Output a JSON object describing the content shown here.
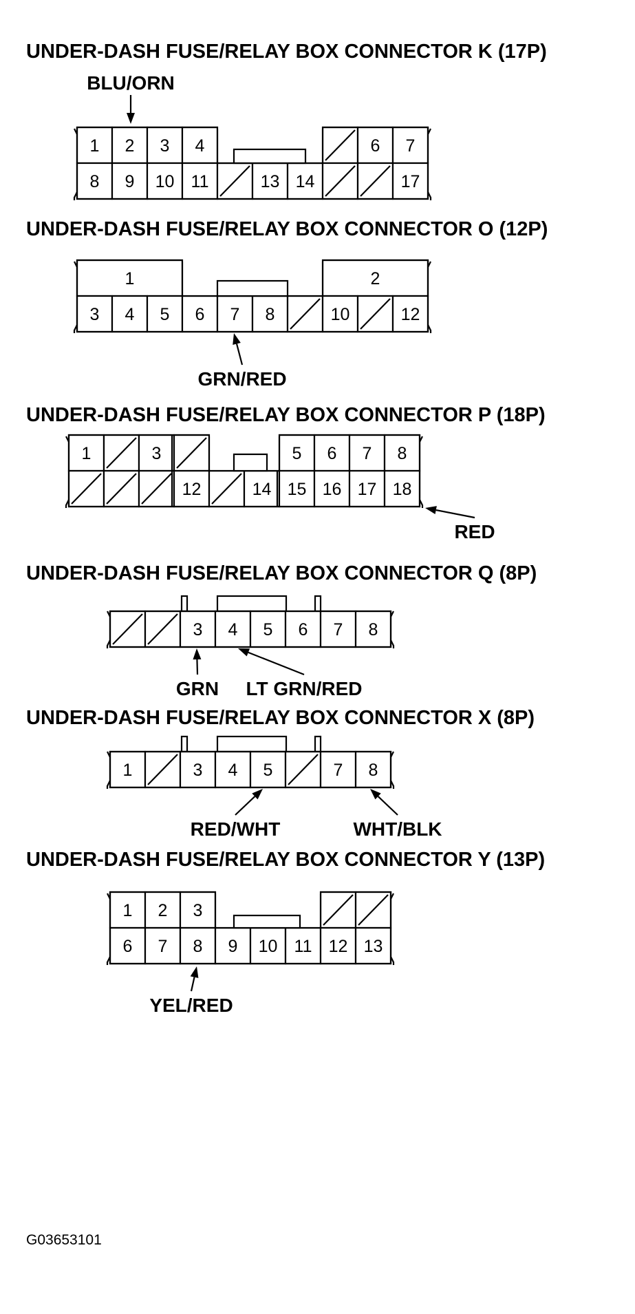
{
  "connectors": [
    {
      "id": "K",
      "title": "UNDER-DASH FUSE/RELAY BOX CONNECTOR K (17P)",
      "pins": [
        {
          "r": 0,
          "c": 0,
          "label": "1"
        },
        {
          "r": 0,
          "c": 1,
          "label": "2"
        },
        {
          "r": 0,
          "c": 2,
          "label": "3"
        },
        {
          "r": 0,
          "c": 3,
          "label": "4"
        },
        {
          "r": 0,
          "c": 7,
          "slash": true
        },
        {
          "r": 0,
          "c": 8,
          "label": "6"
        },
        {
          "r": 0,
          "c": 9,
          "label": "7"
        },
        {
          "r": 1,
          "c": 0,
          "label": "8"
        },
        {
          "r": 1,
          "c": 1,
          "label": "9"
        },
        {
          "r": 1,
          "c": 2,
          "label": "10"
        },
        {
          "r": 1,
          "c": 3,
          "label": "11"
        },
        {
          "r": 1,
          "c": 4,
          "slash": true
        },
        {
          "r": 1,
          "c": 5,
          "label": "13"
        },
        {
          "r": 1,
          "c": 6,
          "label": "14"
        },
        {
          "r": 1,
          "c": 7,
          "slash": true
        },
        {
          "r": 1,
          "c": 8,
          "slash": true
        },
        {
          "r": 1,
          "c": 9,
          "label": "17"
        }
      ],
      "wires": [
        {
          "label": "BLU/ORN",
          "pin": "2"
        }
      ]
    },
    {
      "id": "O",
      "title": "UNDER-DASH FUSE/RELAY BOX CONNECTOR O (12P)",
      "pins": [
        {
          "r": 0,
          "c": 0,
          "w": 3,
          "label": "1"
        },
        {
          "r": 0,
          "c": 7,
          "w": 3,
          "label": "2"
        },
        {
          "r": 1,
          "c": 0,
          "label": "3"
        },
        {
          "r": 1,
          "c": 1,
          "label": "4"
        },
        {
          "r": 1,
          "c": 2,
          "label": "5"
        },
        {
          "r": 1,
          "c": 3,
          "label": "6"
        },
        {
          "r": 1,
          "c": 4,
          "label": "7"
        },
        {
          "r": 1,
          "c": 5,
          "label": "8"
        },
        {
          "r": 1,
          "c": 6,
          "slash": true
        },
        {
          "r": 1,
          "c": 7,
          "label": "10"
        },
        {
          "r": 1,
          "c": 8,
          "slash": true
        },
        {
          "r": 1,
          "c": 9,
          "label": "12"
        }
      ],
      "wires": [
        {
          "label": "GRN/RED",
          "pin": "7"
        }
      ]
    },
    {
      "id": "P",
      "title": "UNDER-DASH FUSE/RELAY BOX CONNECTOR P (18P)",
      "pins": [
        {
          "r": 0,
          "c": 0,
          "label": "1"
        },
        {
          "r": 0,
          "c": 1,
          "slash": true
        },
        {
          "r": 0,
          "c": 2,
          "label": "3"
        },
        {
          "r": 0,
          "c": 3,
          "slash": true
        },
        {
          "r": 0,
          "c": 6,
          "label": "5"
        },
        {
          "r": 0,
          "c": 7,
          "label": "6"
        },
        {
          "r": 0,
          "c": 8,
          "label": "7"
        },
        {
          "r": 0,
          "c": 9,
          "label": "8"
        },
        {
          "r": 1,
          "c": 0,
          "slash": true
        },
        {
          "r": 1,
          "c": 1,
          "slash": true
        },
        {
          "r": 1,
          "c": 2,
          "slash": true
        },
        {
          "r": 1,
          "c": 3,
          "label": "12"
        },
        {
          "r": 1,
          "c": 4,
          "slash": true
        },
        {
          "r": 1,
          "c": 5,
          "label": "14"
        },
        {
          "r": 1,
          "c": 6,
          "label": "15"
        },
        {
          "r": 1,
          "c": 7,
          "label": "16"
        },
        {
          "r": 1,
          "c": 8,
          "label": "17"
        },
        {
          "r": 1,
          "c": 9,
          "label": "18"
        }
      ],
      "wires": [
        {
          "label": "RED",
          "pin": "18"
        }
      ]
    },
    {
      "id": "Q",
      "title": "UNDER-DASH FUSE/RELAY BOX CONNECTOR Q (8P)",
      "pins": [
        {
          "r": 0,
          "c": 0,
          "slash": true
        },
        {
          "r": 0,
          "c": 1,
          "slash": true
        },
        {
          "r": 0,
          "c": 2,
          "label": "3"
        },
        {
          "r": 0,
          "c": 3,
          "label": "4"
        },
        {
          "r": 0,
          "c": 4,
          "label": "5"
        },
        {
          "r": 0,
          "c": 5,
          "label": "6"
        },
        {
          "r": 0,
          "c": 6,
          "label": "7"
        },
        {
          "r": 0,
          "c": 7,
          "label": "8"
        }
      ],
      "wires": [
        {
          "label": "GRN",
          "pin": "3"
        },
        {
          "label": "LT GRN/RED",
          "pin": "4"
        }
      ]
    },
    {
      "id": "X",
      "title": "UNDER-DASH FUSE/RELAY BOX CONNECTOR X (8P)",
      "pins": [
        {
          "r": 0,
          "c": 0,
          "label": "1"
        },
        {
          "r": 0,
          "c": 1,
          "slash": true
        },
        {
          "r": 0,
          "c": 2,
          "label": "3"
        },
        {
          "r": 0,
          "c": 3,
          "label": "4"
        },
        {
          "r": 0,
          "c": 4,
          "label": "5"
        },
        {
          "r": 0,
          "c": 5,
          "slash": true
        },
        {
          "r": 0,
          "c": 6,
          "label": "7"
        },
        {
          "r": 0,
          "c": 7,
          "label": "8"
        }
      ],
      "wires": [
        {
          "label": "RED/WHT",
          "pin": "5"
        },
        {
          "label": "WHT/BLK",
          "pin": "8"
        }
      ]
    },
    {
      "id": "Y",
      "title": "UNDER-DASH FUSE/RELAY BOX CONNECTOR Y (13P)",
      "pins": [
        {
          "r": 0,
          "c": 0,
          "label": "1"
        },
        {
          "r": 0,
          "c": 1,
          "label": "2"
        },
        {
          "r": 0,
          "c": 2,
          "label": "3"
        },
        {
          "r": 0,
          "c": 6,
          "slash": true
        },
        {
          "r": 0,
          "c": 7,
          "slash": true
        },
        {
          "r": 1,
          "c": 0,
          "label": "6"
        },
        {
          "r": 1,
          "c": 1,
          "label": "7"
        },
        {
          "r": 1,
          "c": 2,
          "label": "8"
        },
        {
          "r": 1,
          "c": 3,
          "label": "9"
        },
        {
          "r": 1,
          "c": 4,
          "label": "10"
        },
        {
          "r": 1,
          "c": 5,
          "label": "11"
        },
        {
          "r": 1,
          "c": 6,
          "label": "12"
        },
        {
          "r": 1,
          "c": 7,
          "label": "13"
        }
      ],
      "wires": [
        {
          "label": "YEL/RED",
          "pin": "8"
        }
      ]
    }
  ],
  "figure_code": "G03653101"
}
